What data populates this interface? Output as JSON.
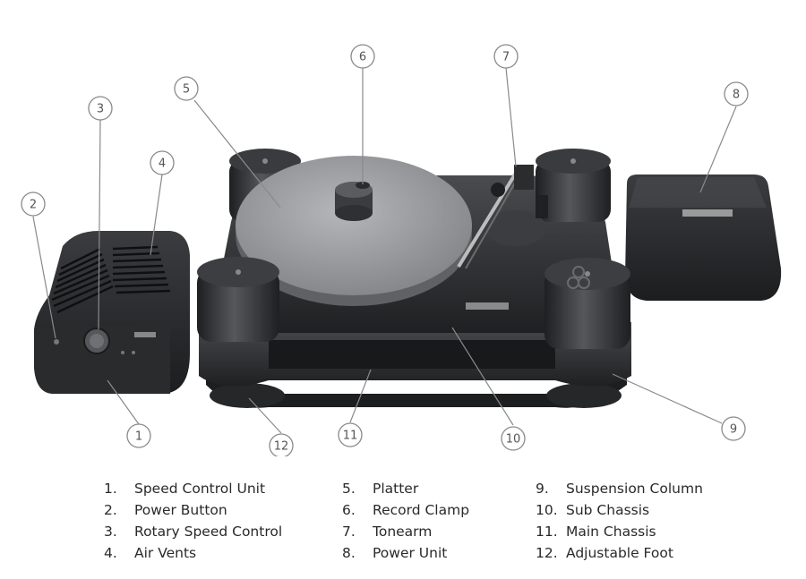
{
  "callouts": [
    {
      "id": 1,
      "label": "1"
    },
    {
      "id": 2,
      "label": "2"
    },
    {
      "id": 3,
      "label": "3"
    },
    {
      "id": 4,
      "label": "4"
    },
    {
      "id": 5,
      "label": "5"
    },
    {
      "id": 6,
      "label": "6"
    },
    {
      "id": 7,
      "label": "7"
    },
    {
      "id": 8,
      "label": "8"
    },
    {
      "id": 9,
      "label": "9"
    },
    {
      "id": 10,
      "label": "10"
    },
    {
      "id": 11,
      "label": "11"
    },
    {
      "id": 12,
      "label": "12"
    }
  ],
  "legend": {
    "columns": [
      [
        {
          "num": "1.",
          "text": "Speed Control Unit"
        },
        {
          "num": "2.",
          "text": "Power Button"
        },
        {
          "num": "3.",
          "text": "Rotary Speed Control"
        },
        {
          "num": "4.",
          "text": "Air Vents"
        }
      ],
      [
        {
          "num": "5.",
          "text": "Platter"
        },
        {
          "num": "6.",
          "text": "Record Clamp"
        },
        {
          "num": "7.",
          "text": "Tonearm"
        },
        {
          "num": "8.",
          "text": "Power Unit"
        }
      ],
      [
        {
          "num": "9.",
          "text": "Suspension Column"
        },
        {
          "num": "10.",
          "text": "Sub Chassis"
        },
        {
          "num": "11.",
          "text": "Main Chassis"
        },
        {
          "num": "12.",
          "text": "Adjustable Foot"
        }
      ]
    ]
  },
  "colors": {
    "body_dark": "#2b2c2e",
    "body_mid": "#3d3e41",
    "platter": "#8f9194",
    "callout_stroke": "#8a8a8a"
  }
}
